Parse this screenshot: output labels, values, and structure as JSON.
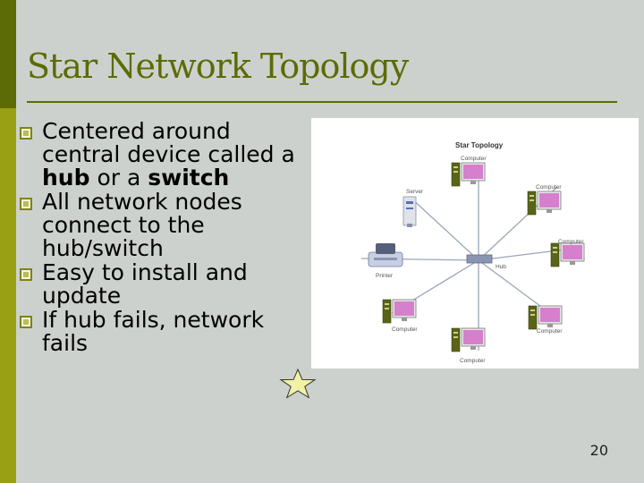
{
  "slide": {
    "title": "Star Network Topology",
    "page_number": "20",
    "bullets": [
      [
        {
          "t": "Centered around central device called a "
        },
        {
          "t": "hub",
          "b": true
        },
        {
          "t": " or a "
        },
        {
          "t": "switch",
          "b": true
        }
      ],
      [
        {
          "t": "All network nodes connect to the hub/switch"
        }
      ],
      [
        {
          "t": "Easy to install and update"
        }
      ],
      [
        {
          "t": "If hub fails, network fails"
        }
      ]
    ]
  },
  "diagram": {
    "title": "Star Topology",
    "labels": {
      "computer": "Computer",
      "server": "Server",
      "printer": "Printer",
      "hub": "Hub"
    }
  },
  "colors": {
    "accent_dark": "#5c6b06",
    "accent_bar": "#9aa013",
    "background": "#cdd1cd",
    "star_fill": "#f2f1a6",
    "screen": "#d67fcd"
  },
  "icons": {
    "bullet": "square-bullet-icon",
    "highlight": "star-icon"
  }
}
